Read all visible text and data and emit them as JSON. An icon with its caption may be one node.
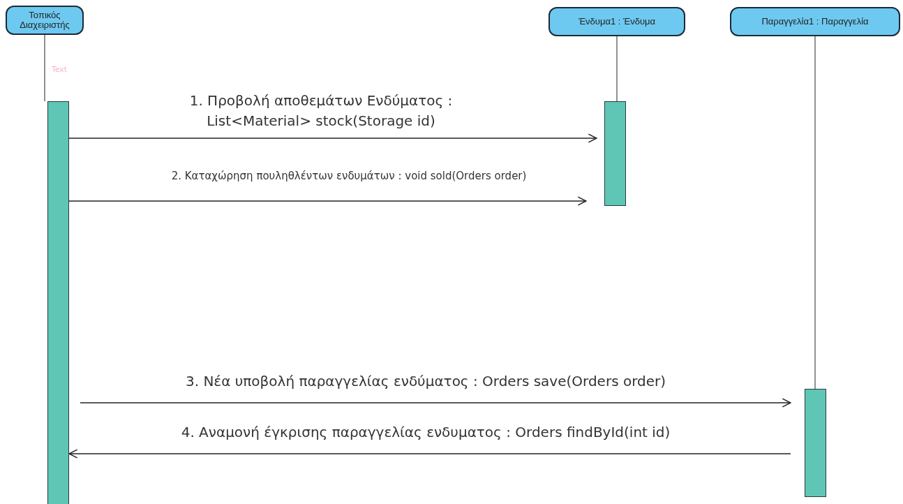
{
  "diagram": {
    "nodes": [
      {
        "text": [
          "Τοπικός Διαχειριστής"
        ]
      },
      {
        "text": [
          "Ένδυμα1 : Ένδυμα"
        ]
      },
      {
        "text": [
          "Παραγγελία1 : Παραγγελία"
        ]
      },
      {
        "text": [],
        "shape": "bar"
      },
      {
        "text": [],
        "shape": "bar"
      },
      {
        "text": [],
        "shape": "bar"
      }
    ],
    "edges": [
      {
        "from": 0,
        "to": 3,
        "arrow": "none",
        "label": "Text"
      },
      {
        "from": 1,
        "to": 4,
        "arrow": "none"
      },
      {
        "from": 2,
        "to": 5,
        "arrow": "none"
      },
      {
        "from": 3,
        "to": 4,
        "arrow": "to",
        "label": "1. Προβολή αποθεμάτων Ενδύματος : List<Material> stock(Storage id)"
      },
      {
        "from": 3,
        "to": 4,
        "arrow": "to",
        "label": "2. Καταχώρηση πουληθλέντων ενδυμάτων : void sold(Orders order)"
      },
      {
        "from": 3,
        "to": 5,
        "arrow": "to",
        "label": "3. Νέα υποβολή παραγγελίας ενδύματος : Orders save(Orders order)"
      },
      {
        "from": 5,
        "to": 3,
        "arrow": "to",
        "label": "4. Αναμονή έγκρισης παραγγελίας ενδυματος : Orders findById(int id)"
      }
    ]
  }
}
